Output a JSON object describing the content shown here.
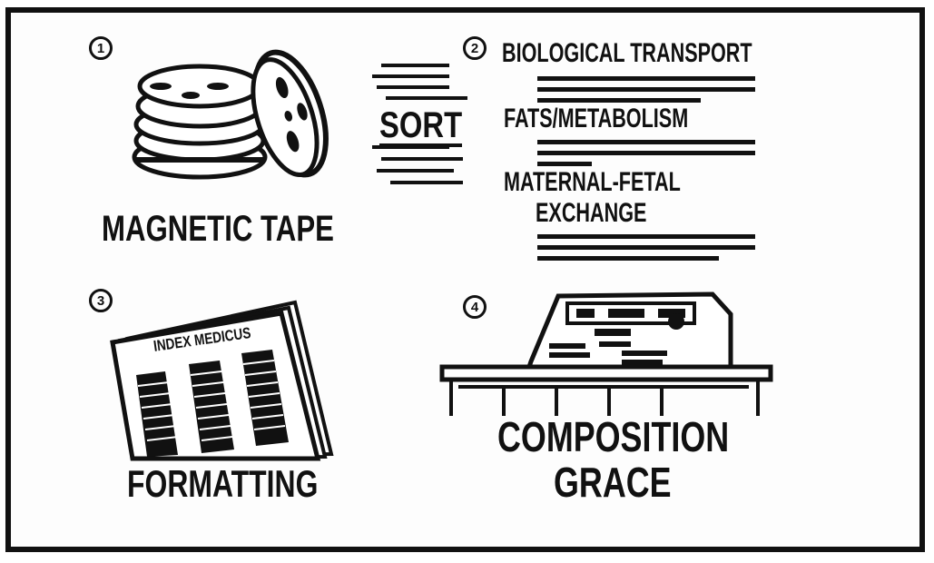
{
  "steps": [
    {
      "number": "1",
      "label": "MAGNETIC TAPE"
    },
    {
      "number": "2",
      "label": "SORT"
    },
    {
      "number": "3",
      "label": "FORMATTING"
    },
    {
      "number": "4",
      "label": "COMPOSITION",
      "label2": "GRACE"
    }
  ],
  "sorted_topics": [
    "BIOLOGICAL TRANSPORT",
    "FATS/METABOLISM",
    "MATERNAL-FETAL",
    "EXCHANGE"
  ],
  "document_title": "INDEX MEDICUS"
}
